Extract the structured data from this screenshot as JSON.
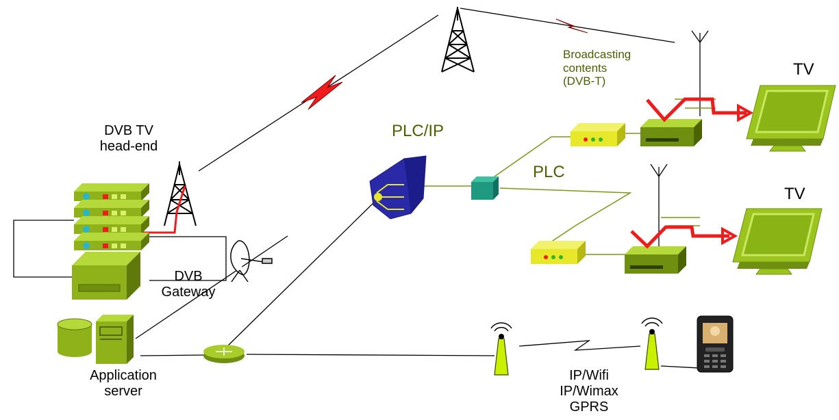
{
  "labels": {
    "headend_line1": "DVB TV",
    "headend_line2": "head-end",
    "gateway_line1": "DVB",
    "gateway_line2": "Gateway",
    "appserver_line1": "Application",
    "appserver_line2": "server",
    "plcip": "PLC/IP",
    "plc": "PLC",
    "broadcast_line1": "Broadcasting",
    "broadcast_line2": "contents",
    "broadcast_line3": "(DVB-T)",
    "tv_top": "TV",
    "tv_bottom": "TV",
    "wireless_line1": "IP/Wifi",
    "wireless_line2": "IP/Wimax",
    "wireless_line3": "GPRS"
  },
  "colors": {
    "device_green": "#8fb21a",
    "device_green_dark": "#5f7a0a",
    "server_light": "#a8cc2a",
    "tv_green": "#9cc41f",
    "modem_yellow": "#e8e82a",
    "plc_blue": "#2a2aa8",
    "coupler_teal": "#1f9a80",
    "signal_red": "#ee1c1c",
    "line_olive": "#7a9a10",
    "label_olive": "#4d5f00"
  }
}
